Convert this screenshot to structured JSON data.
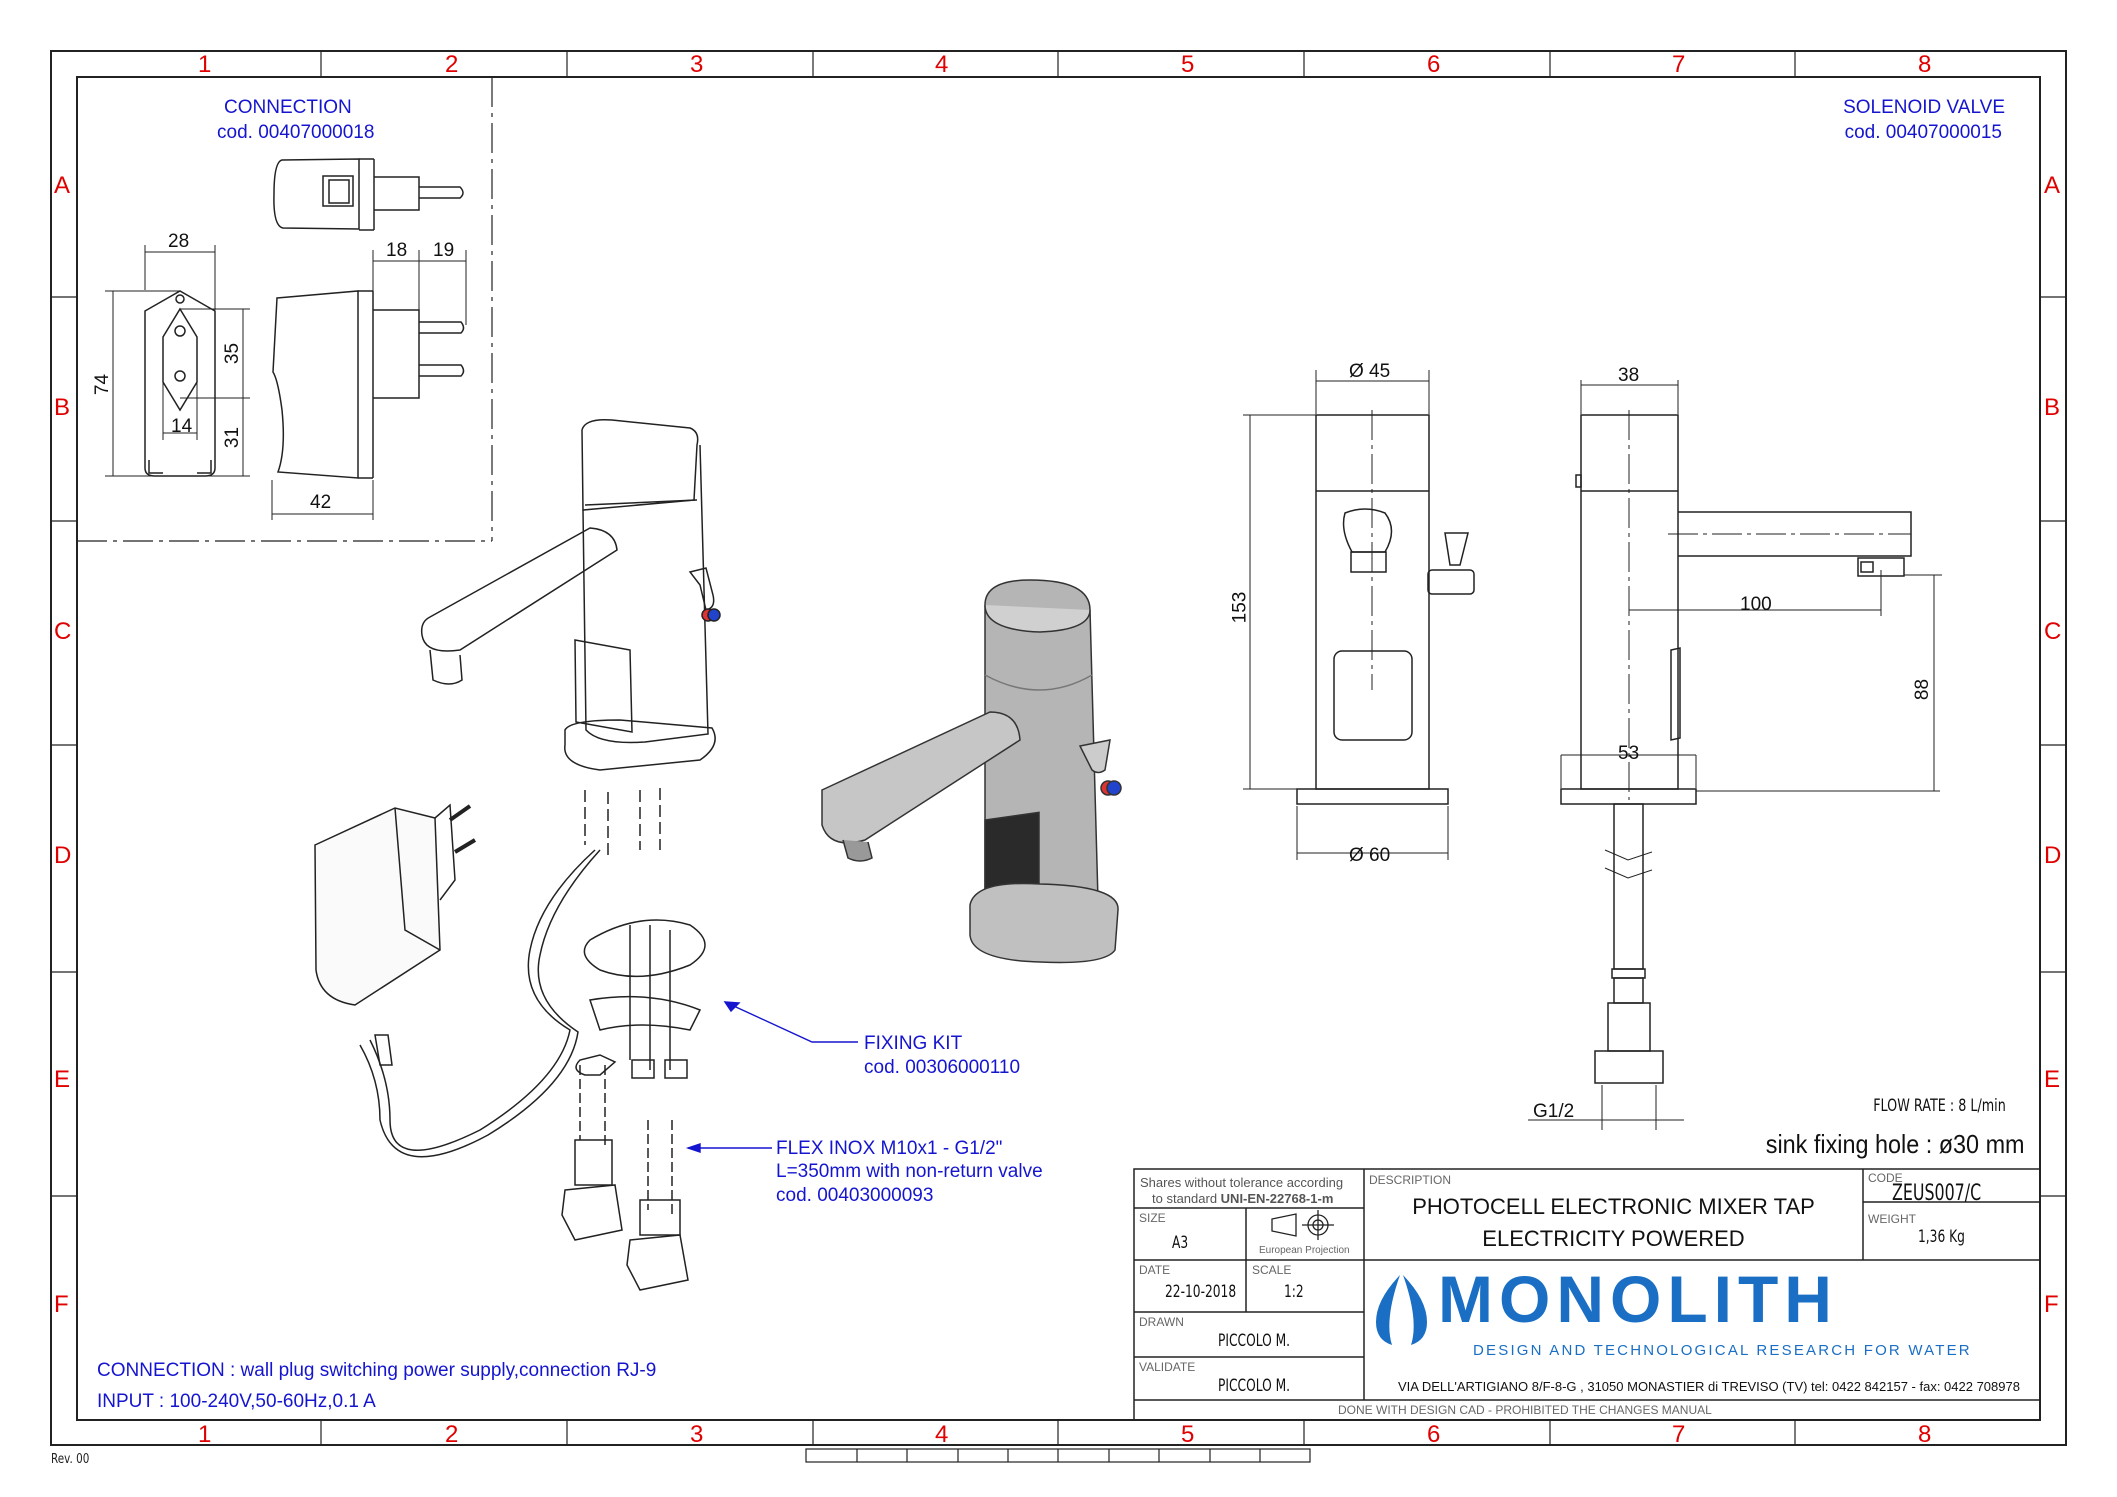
{
  "grid": {
    "columns": [
      "1",
      "2",
      "3",
      "4",
      "5",
      "6",
      "7",
      "8"
    ],
    "rows": [
      "A",
      "B",
      "C",
      "D",
      "E",
      "F"
    ]
  },
  "callouts": {
    "connection_title": "CONNECTION",
    "connection_code": "cod. 00407000018",
    "solenoid_title": "SOLENOID VALVE",
    "solenoid_code": "cod. 00407000015",
    "fixing_title": "FIXING KIT",
    "fixing_code": "cod. 00306000110",
    "flex_title": "FLEX INOX M10x1 - G1/2\"",
    "flex_desc": "L=350mm with non-return valve",
    "flex_code": "cod. 00403000093",
    "connection_note": "CONNECTION : wall plug switching power supply,connection RJ-9",
    "input_note": "INPUT : 100-240V,50-60Hz,0.1 A"
  },
  "adapter_dims": {
    "w28": "28",
    "d18": "18",
    "d19": "19",
    "h74": "74",
    "h35": "35",
    "h31": "31",
    "w14": "14",
    "d42": "42"
  },
  "tap_dims": {
    "d45": "Ø 45",
    "w38": "38",
    "h153": "153",
    "reach100": "100",
    "h88": "88",
    "b53": "53",
    "d60": "Ø 60",
    "g12": "G1/2"
  },
  "specs": {
    "flow_rate": "FLOW RATE : 8 L/min",
    "sink_hole": "sink fixing hole : ø30 mm"
  },
  "title_block": {
    "tolerance_line1": "Shares without tolerance according",
    "tolerance_line2_prefix": "to standard",
    "tolerance_standard": "UNI-EN-22768-1-m",
    "size_label": "SIZE",
    "size": "A3",
    "projection": "European Projection",
    "date_label": "DATE",
    "date": "22-10-2018",
    "scale_label": "SCALE",
    "scale": "1:2",
    "drawn_label": "DRAWN",
    "drawn": "PICCOLO M.",
    "validate_label": "VALIDATE",
    "validate": "PICCOLO M.",
    "description_label": "DESCRIPTION",
    "description_1": "PHOTOCELL ELECTRONIC MIXER TAP",
    "description_2": "ELECTRICITY POWERED",
    "code_label": "CODE",
    "code": "ZEUS007/C",
    "weight_label": "WEIGHT",
    "weight": "1,36 Kg",
    "brand": "MONOLITH",
    "tagline": "DESIGN AND TECHNOLOGICAL RESEARCH FOR WATER",
    "address": "VIA DELL'ARTIGIANO 8/F-8-G , 31050 MONASTIER di TREVISO (TV) tel: 0422 842157 - fax: 0422 708978",
    "footer": "DONE WITH DESIGN CAD - PROHIBITED THE CHANGES MANUAL",
    "brand_color": "#1a6fc4"
  },
  "revision": "Rev. 00"
}
